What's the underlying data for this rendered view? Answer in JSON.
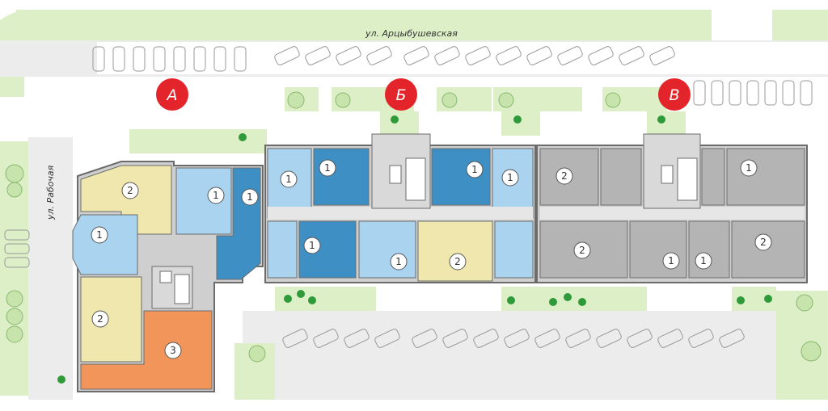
{
  "streets": {
    "top": "ул. Арцыбушевская",
    "left": "ул. Рабочая"
  },
  "sections": [
    {
      "id": "a",
      "label": "А"
    },
    {
      "id": "b",
      "label": "Б"
    },
    {
      "id": "v",
      "label": "В"
    }
  ],
  "colors": {
    "yellow": "#efe7ad",
    "light_blue": "#a9d3ee",
    "dark_blue": "#3d8fc4",
    "orange": "#f2955a",
    "grey": "#b4b4b4",
    "marker": "#e3242b",
    "lawn": "#dcefc6",
    "road": "#ffffff",
    "sidewalk": "#e8e8e8",
    "wall": "#6b6b6b"
  },
  "apartments": [
    {
      "id": "a-top-2",
      "rooms": "2"
    },
    {
      "id": "a-top-1a",
      "rooms": "1"
    },
    {
      "id": "a-top-1b",
      "rooms": "1"
    },
    {
      "id": "a-left-1",
      "rooms": "1"
    },
    {
      "id": "a-left-2",
      "rooms": "2"
    },
    {
      "id": "a-bottom-3",
      "rooms": "3"
    },
    {
      "id": "b-top-1a",
      "rooms": "1"
    },
    {
      "id": "b-top-1b",
      "rooms": "1"
    },
    {
      "id": "b-top-1c",
      "rooms": "1"
    },
    {
      "id": "b-top-1d",
      "rooms": "1"
    },
    {
      "id": "b-bot-1a",
      "rooms": "1"
    },
    {
      "id": "b-bot-1b",
      "rooms": "1"
    },
    {
      "id": "b-bot-2",
      "rooms": "2"
    },
    {
      "id": "v-top-2",
      "rooms": "2"
    },
    {
      "id": "v-top-1",
      "rooms": "1"
    },
    {
      "id": "v-bot-2a",
      "rooms": "2"
    },
    {
      "id": "v-bot-1a",
      "rooms": "1"
    },
    {
      "id": "v-bot-1b",
      "rooms": "1"
    },
    {
      "id": "v-bot-2b",
      "rooms": "2"
    }
  ]
}
